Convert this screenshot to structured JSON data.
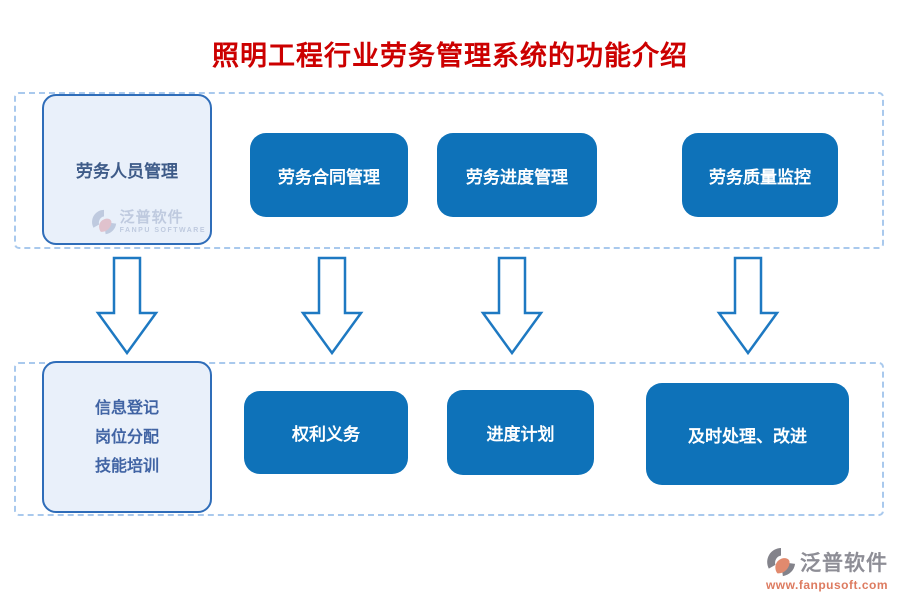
{
  "title": "照明工程行业劳务管理系统的功能介绍",
  "colors": {
    "title_red": "#cc0000",
    "box_blue": "#0e72b9",
    "light_box_bg": "#e9f0fa",
    "light_box_border": "#2f6db9",
    "dashed_border": "#a9c9ed",
    "arrow_stroke": "#1e79c2",
    "footer_url_orange": "#dd7b60"
  },
  "top_row": {
    "source_box": {
      "label": "劳务人员管理"
    },
    "boxes": [
      {
        "label": "劳务合同管理"
      },
      {
        "label": "劳务进度管理"
      },
      {
        "label": "劳务质量监控"
      }
    ]
  },
  "bottom_row": {
    "source_box": {
      "lines": [
        "信息登记",
        "岗位分配",
        "技能培训"
      ]
    },
    "boxes": [
      {
        "label": "权利义务"
      },
      {
        "label": "进度计划"
      },
      {
        "label": "及时处理、改进"
      }
    ]
  },
  "watermark": {
    "brand": "泛普软件",
    "subtitle": "FANPU SOFTWARE"
  },
  "footer_logo": {
    "brand": "泛普软件",
    "url": "www.fanpusoft.com"
  }
}
